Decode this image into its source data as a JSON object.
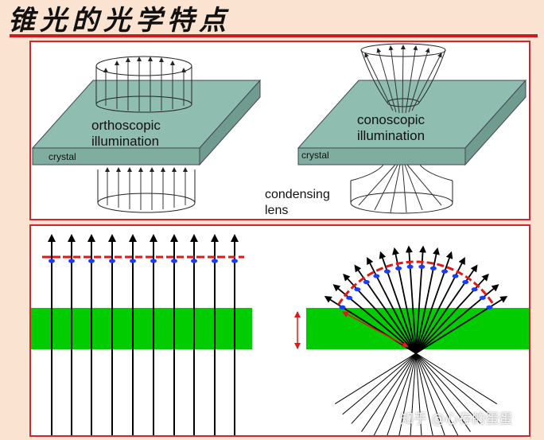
{
  "title": "锥光的光学特点",
  "top": {
    "left_label_1": "orthoscopic",
    "left_label_2": "illumination",
    "left_crystal": "crystal",
    "right_label_1": "conoscopic",
    "right_label_2": "illumination",
    "right_crystal": "crystal",
    "lens_label_1": "condensing",
    "lens_label_2": "lens"
  },
  "watermark": "知乎 @心存的蛋蛋",
  "colors": {
    "slab": "#8fbdb0",
    "green": "#00cc00",
    "red": "#e01818",
    "blue": "#1a3cff",
    "rule": "#cc1b1b"
  }
}
